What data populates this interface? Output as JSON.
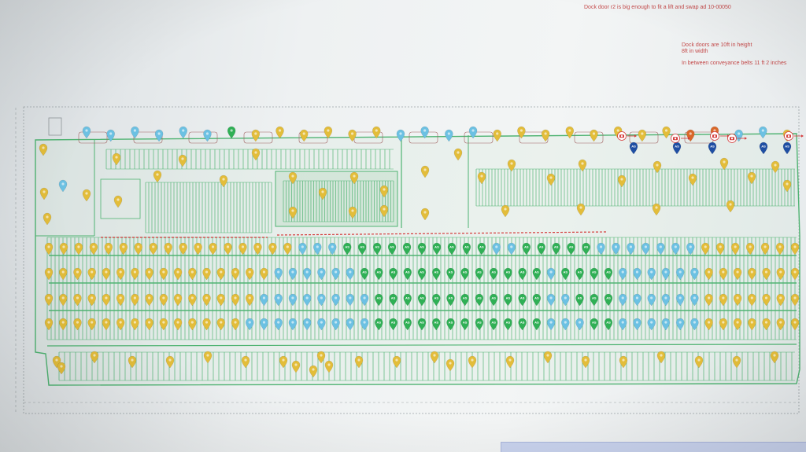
{
  "notes": {
    "dock_door": "Dock door r2 is big enough to fit a lift and swap ad 10-00050",
    "height": "Dock doors are 10ft in height",
    "width": "8ft in width",
    "belts": "In between conveyance belts 11 ft 2 inches"
  },
  "marker_label": "AS",
  "colors": {
    "yellow": "#e3bd3a",
    "blue": "#6cc1e3",
    "green": "#2fb055",
    "orange": "#d9682a",
    "navy": "#1f4ea3",
    "camera": "#d43a3a",
    "plan_line": "#4fb372",
    "border": "#9ba3a6"
  },
  "rows": [
    {
      "name": "storage-row-1",
      "segments": [
        {
          "color": "yellow",
          "count": 17
        },
        {
          "color": "blue",
          "count": 3
        },
        {
          "color": "green",
          "count": 10
        },
        {
          "color": "blue",
          "count": 2
        },
        {
          "color": "green",
          "count": 5
        },
        {
          "color": "blue",
          "count": 7
        },
        {
          "color": "yellow",
          "count": 7
        }
      ]
    },
    {
      "name": "storage-row-2",
      "segments": [
        {
          "color": "yellow",
          "count": 16
        },
        {
          "color": "blue",
          "count": 6
        },
        {
          "color": "green",
          "count": 13
        },
        {
          "color": "blue",
          "count": 1
        },
        {
          "color": "green",
          "count": 4
        },
        {
          "color": "blue",
          "count": 6
        },
        {
          "color": "yellow",
          "count": 7
        }
      ]
    },
    {
      "name": "storage-row-3",
      "segments": [
        {
          "color": "yellow",
          "count": 15
        },
        {
          "color": "blue",
          "count": 8
        },
        {
          "color": "green",
          "count": 12
        },
        {
          "color": "blue",
          "count": 2
        },
        {
          "color": "green",
          "count": 3
        },
        {
          "color": "blue",
          "count": 6
        },
        {
          "color": "yellow",
          "count": 7
        }
      ]
    },
    {
      "name": "storage-row-4",
      "segments": [
        {
          "color": "yellow",
          "count": 14
        },
        {
          "color": "blue",
          "count": 9
        },
        {
          "color": "green",
          "count": 12
        },
        {
          "color": "blue",
          "count": 3
        },
        {
          "color": "green",
          "count": 2
        },
        {
          "color": "blue",
          "count": 6
        },
        {
          "color": "yellow",
          "count": 7
        }
      ]
    }
  ],
  "top_markers": [
    {
      "color": "blue",
      "count": 6
    },
    {
      "color": "green",
      "count": 1
    },
    {
      "color": "yellow",
      "count": 6
    },
    {
      "color": "blue",
      "count": 4
    },
    {
      "color": "yellow",
      "count": 8
    },
    {
      "color": "orange",
      "count": 2
    },
    {
      "color": "blue",
      "count": 2
    },
    {
      "color": "yellow",
      "count": 1
    }
  ],
  "dock_markers": {
    "navy": 5,
    "cameras": 5
  }
}
